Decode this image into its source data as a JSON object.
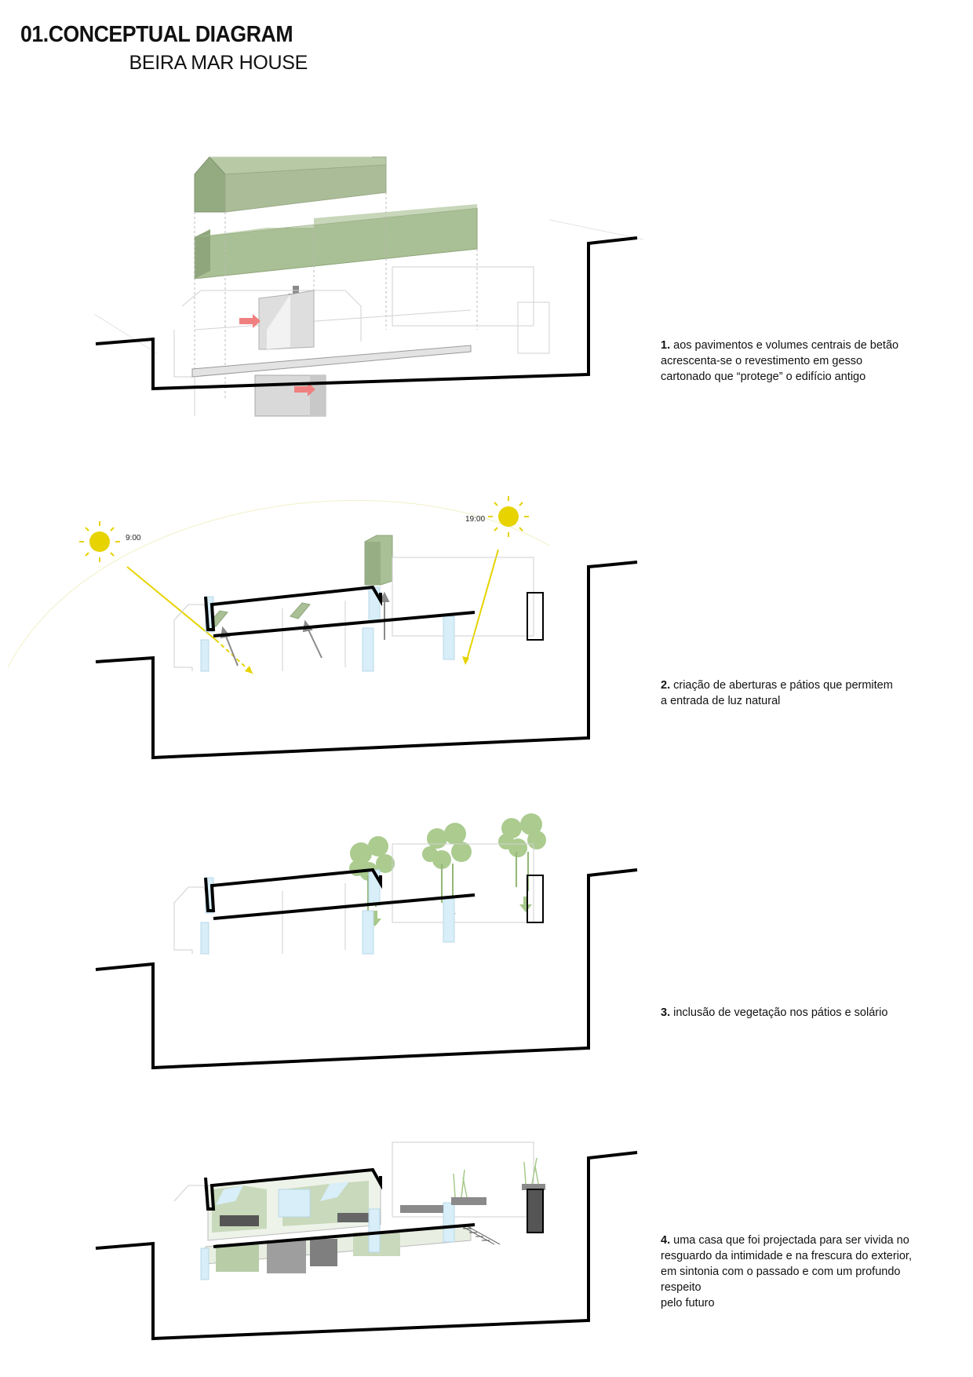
{
  "header": {
    "title": "01.CONCEPTUAL DIAGRAM",
    "subtitle": "BEIRA MAR HOUSE"
  },
  "steps": [
    {
      "number": "1.",
      "lines": [
        "aos pavimentos e volumes centrais de betão",
        "acrescenta-se o revestimento em gesso",
        "cartonado que “protege” o edifício antigo"
      ]
    },
    {
      "number": "2.",
      "lines": [
        "criação de aberturas e pátios que permitem",
        "a entrada de luz natural"
      ],
      "sun_times": [
        "9:00",
        "19:00"
      ]
    },
    {
      "number": "3.",
      "lines": [
        "inclusão de vegetação nos pátios e solário"
      ]
    },
    {
      "number": "4.",
      "lines": [
        "uma casa que foi projectada para ser vivida no",
        "resguardo da intimidade e na frescura do exterior,",
        "em sintonia com o passado e com um profundo respeito",
        "pelo futuro"
      ]
    }
  ],
  "colors": {
    "volume_green": "#a9bf95",
    "volume_green_dark": "#8fa67c",
    "sun_yellow": "#e6d300",
    "arrow_red": "#f08080",
    "arrow_grey": "#8a8a8a",
    "tree_green": "#a7c98a",
    "glass_blue": "#d8eef8"
  }
}
